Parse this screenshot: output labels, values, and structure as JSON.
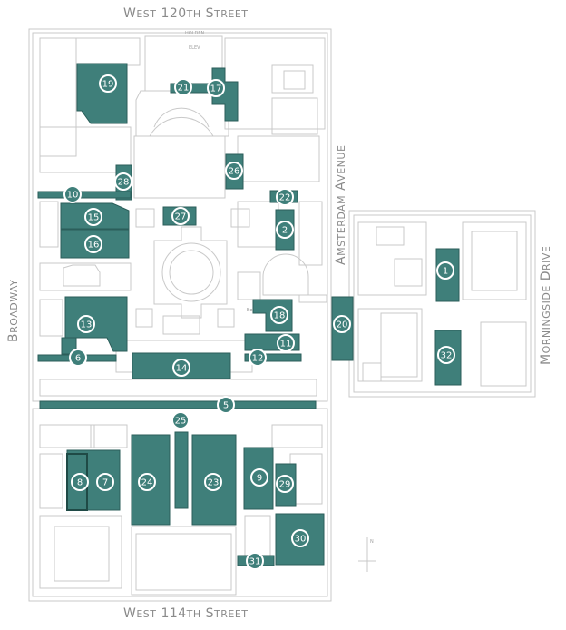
{
  "streets": {
    "north": "West 120th Street",
    "south": "West 114th Street",
    "west": "Broadway",
    "east": "Amsterdam Avenue",
    "far_east": "Morningside Drive"
  },
  "labels": {
    "holden": "HOLDEN",
    "elev": "ELEV",
    "bench": "Bench",
    "compass_n": "N"
  },
  "colors": {
    "building": "#3f7f7a",
    "building_stroke": "#2b5e5a",
    "badge_fill": "#3f7f7a",
    "badge_ring": "#ffffff",
    "outline": "#c9c9c9",
    "street_text": "#8a8a8a"
  },
  "markers": [
    {
      "id": "1",
      "label": "1"
    },
    {
      "id": "2",
      "label": "2"
    },
    {
      "id": "5",
      "label": "5"
    },
    {
      "id": "6",
      "label": "6"
    },
    {
      "id": "7",
      "label": "7"
    },
    {
      "id": "8",
      "label": "8"
    },
    {
      "id": "9",
      "label": "9"
    },
    {
      "id": "10",
      "label": "10"
    },
    {
      "id": "11",
      "label": "11"
    },
    {
      "id": "12",
      "label": "12"
    },
    {
      "id": "13",
      "label": "13"
    },
    {
      "id": "14",
      "label": "14"
    },
    {
      "id": "15",
      "label": "15"
    },
    {
      "id": "16",
      "label": "16"
    },
    {
      "id": "17",
      "label": "17"
    },
    {
      "id": "18",
      "label": "18"
    },
    {
      "id": "19",
      "label": "19"
    },
    {
      "id": "20",
      "label": "20"
    },
    {
      "id": "21",
      "label": "21"
    },
    {
      "id": "22",
      "label": "22"
    },
    {
      "id": "23",
      "label": "23"
    },
    {
      "id": "24",
      "label": "24"
    },
    {
      "id": "25",
      "label": "25"
    },
    {
      "id": "26",
      "label": "26"
    },
    {
      "id": "27",
      "label": "27"
    },
    {
      "id": "28",
      "label": "28"
    },
    {
      "id": "29",
      "label": "29"
    },
    {
      "id": "30",
      "label": "30"
    },
    {
      "id": "31",
      "label": "31"
    },
    {
      "id": "32",
      "label": "32"
    }
  ]
}
